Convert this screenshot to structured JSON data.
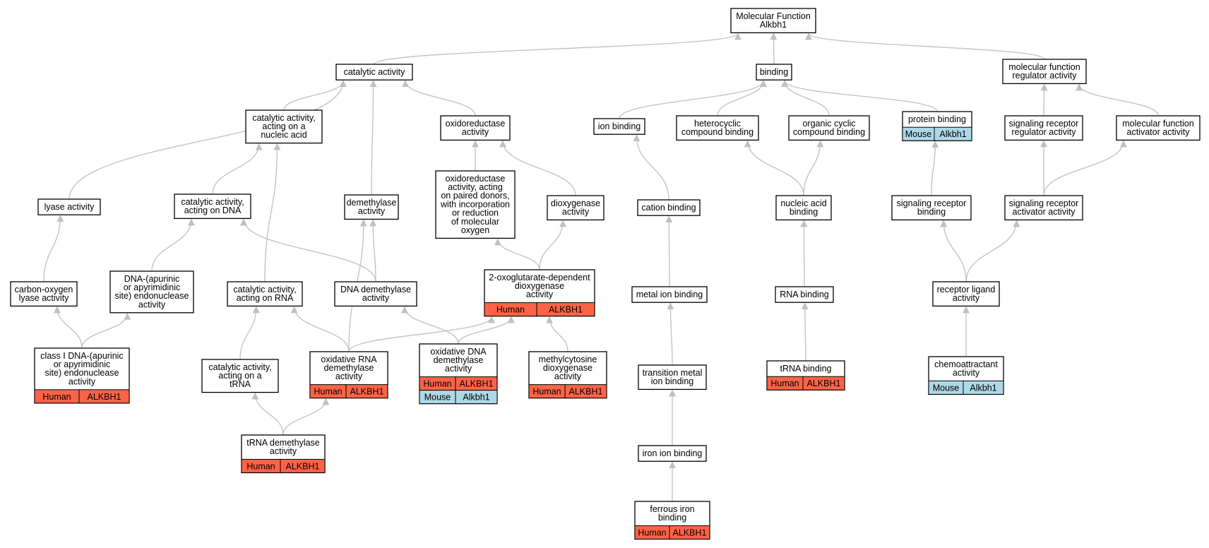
{
  "colors": {
    "human": "#ff6347",
    "mouse": "#add8e6",
    "edge": "#c0c0c0"
  },
  "nodes": {
    "root": {
      "lines": [
        "Molecular Function",
        "Alkbh1"
      ]
    },
    "catalytic": {
      "lines": [
        "catalytic activity"
      ]
    },
    "binding": {
      "lines": [
        "binding"
      ]
    },
    "mfreg": {
      "lines": [
        "molecular function",
        "regulator activity"
      ]
    },
    "catnuc": {
      "lines": [
        "catalytic activity,",
        "acting on a",
        "nucleic acid"
      ]
    },
    "oxido": {
      "lines": [
        "oxidoreductase",
        "activity"
      ]
    },
    "ionb": {
      "lines": [
        "ion binding"
      ]
    },
    "hetero": {
      "lines": [
        "heterocyclic",
        "compound binding"
      ]
    },
    "orgcyc": {
      "lines": [
        "organic cyclic",
        "compound binding"
      ]
    },
    "protb": {
      "lines": [
        "protein binding"
      ],
      "table": [
        {
          "org": "Mouse",
          "gene": "Alkbh1",
          "color": "mouse"
        }
      ]
    },
    "sigreg": {
      "lines": [
        "signaling receptor",
        "regulator activity"
      ]
    },
    "mfact": {
      "lines": [
        "molecular function",
        "activator activity"
      ]
    },
    "lyase": {
      "lines": [
        "lyase activity"
      ]
    },
    "catdna": {
      "lines": [
        "catalytic activity,",
        "acting on DNA"
      ]
    },
    "demeth": {
      "lines": [
        "demethylase",
        "activity"
      ]
    },
    "oxpaired": {
      "lines": [
        "oxidoreductase",
        "activity, acting",
        "on paired donors,",
        "with incorporation",
        "or reduction",
        "of molecular",
        "oxygen"
      ]
    },
    "dioxy": {
      "lines": [
        "dioxygenase",
        "activity"
      ]
    },
    "cationb": {
      "lines": [
        "cation binding"
      ]
    },
    "nucacid": {
      "lines": [
        "nucleic acid",
        "binding"
      ]
    },
    "sigrecb": {
      "lines": [
        "signaling receptor",
        "binding"
      ]
    },
    "sigact": {
      "lines": [
        "signaling receptor",
        "activator activity"
      ]
    },
    "colyase": {
      "lines": [
        "carbon-oxygen",
        "lyase activity"
      ]
    },
    "apendo": {
      "lines": [
        "DNA-(apurinic",
        "or apyrimidinic",
        "site) endonuclease",
        "activity"
      ]
    },
    "catrna": {
      "lines": [
        "catalytic activity,",
        "acting on RNA"
      ]
    },
    "dnademeth": {
      "lines": [
        "DNA demethylase",
        "activity"
      ]
    },
    "twooxo": {
      "lines": [
        "2-oxoglutarate-dependent",
        "dioxygenase",
        "activity"
      ],
      "table": [
        {
          "org": "Human",
          "gene": "ALKBH1",
          "color": "human"
        }
      ]
    },
    "metalion": {
      "lines": [
        "metal ion binding"
      ]
    },
    "rnab": {
      "lines": [
        "RNA binding"
      ]
    },
    "recligand": {
      "lines": [
        "receptor ligand",
        "activity"
      ]
    },
    "class1": {
      "lines": [
        "class I DNA-(apurinic",
        "or apyrimidinic",
        "site) endonuclease",
        "activity"
      ],
      "table": [
        {
          "org": "Human",
          "gene": "ALKBH1",
          "color": "human"
        }
      ]
    },
    "cattrna": {
      "lines": [
        "catalytic activity,",
        "acting on a",
        "tRNA"
      ]
    },
    "oxrna": {
      "lines": [
        "oxidative RNA",
        "demethylase",
        "activity"
      ],
      "table": [
        {
          "org": "Human",
          "gene": "ALKBH1",
          "color": "human"
        }
      ]
    },
    "oxdna": {
      "lines": [
        "oxidative DNA",
        "demethylase",
        "activity"
      ],
      "table": [
        {
          "org": "Human",
          "gene": "ALKBH1",
          "color": "human"
        },
        {
          "org": "Mouse",
          "gene": "Alkbh1",
          "color": "mouse"
        }
      ]
    },
    "methcyt": {
      "lines": [
        "methylcytosine",
        "dioxygenase",
        "activity"
      ],
      "table": [
        {
          "org": "Human",
          "gene": "ALKBH1",
          "color": "human"
        }
      ]
    },
    "transmetal": {
      "lines": [
        "transition metal",
        "ion binding"
      ]
    },
    "trnab": {
      "lines": [
        "tRNA binding"
      ],
      "table": [
        {
          "org": "Human",
          "gene": "ALKBH1",
          "color": "human"
        }
      ]
    },
    "chemo": {
      "lines": [
        "chemoattractant",
        "activity"
      ],
      "table": [
        {
          "org": "Mouse",
          "gene": "Alkbh1",
          "color": "mouse"
        }
      ]
    },
    "trnademeth": {
      "lines": [
        "tRNA demethylase",
        "activity"
      ],
      "table": [
        {
          "org": "Human",
          "gene": "ALKBH1",
          "color": "human"
        }
      ]
    },
    "ironion": {
      "lines": [
        "iron ion binding"
      ]
    },
    "ferrous": {
      "lines": [
        "ferrous iron",
        "binding"
      ],
      "table": [
        {
          "org": "Human",
          "gene": "ALKBH1",
          "color": "human"
        }
      ]
    }
  },
  "edges": [
    [
      "catalytic",
      "root"
    ],
    [
      "binding",
      "root"
    ],
    [
      "mfreg",
      "root"
    ],
    [
      "lyase",
      "catalytic"
    ],
    [
      "catnuc",
      "catalytic"
    ],
    [
      "demeth",
      "catalytic"
    ],
    [
      "oxido",
      "catalytic"
    ],
    [
      "ionb",
      "binding"
    ],
    [
      "hetero",
      "binding"
    ],
    [
      "orgcyc",
      "binding"
    ],
    [
      "protb",
      "binding"
    ],
    [
      "sigreg",
      "mfreg"
    ],
    [
      "mfact",
      "mfreg"
    ],
    [
      "catdna",
      "catnuc"
    ],
    [
      "catrna",
      "catnuc"
    ],
    [
      "oxpaired",
      "oxido"
    ],
    [
      "dioxy",
      "oxido"
    ],
    [
      "cationb",
      "ionb"
    ],
    [
      "nucacid",
      "hetero"
    ],
    [
      "nucacid",
      "orgcyc"
    ],
    [
      "sigrecb",
      "protb"
    ],
    [
      "sigact",
      "sigreg"
    ],
    [
      "sigact",
      "mfact"
    ],
    [
      "colyase",
      "lyase"
    ],
    [
      "apendo",
      "catdna"
    ],
    [
      "dnademeth",
      "catdna"
    ],
    [
      "dnademeth",
      "demeth"
    ],
    [
      "oxrna",
      "demeth"
    ],
    [
      "twooxo",
      "oxpaired"
    ],
    [
      "twooxo",
      "dioxy"
    ],
    [
      "metalion",
      "cationb"
    ],
    [
      "rnab",
      "nucacid"
    ],
    [
      "recligand",
      "sigrecb"
    ],
    [
      "recligand",
      "sigact"
    ],
    [
      "class1",
      "colyase"
    ],
    [
      "class1",
      "apendo"
    ],
    [
      "cattrna",
      "catrna"
    ],
    [
      "oxrna",
      "catrna"
    ],
    [
      "oxrna",
      "twooxo"
    ],
    [
      "oxdna",
      "dnademeth"
    ],
    [
      "oxdna",
      "twooxo"
    ],
    [
      "methcyt",
      "twooxo"
    ],
    [
      "transmetal",
      "metalion"
    ],
    [
      "trnab",
      "rnab"
    ],
    [
      "chemo",
      "recligand"
    ],
    [
      "trnademeth",
      "cattrna"
    ],
    [
      "trnademeth",
      "oxrna"
    ],
    [
      "ironion",
      "transmetal"
    ],
    [
      "ferrous",
      "ironion"
    ]
  ]
}
